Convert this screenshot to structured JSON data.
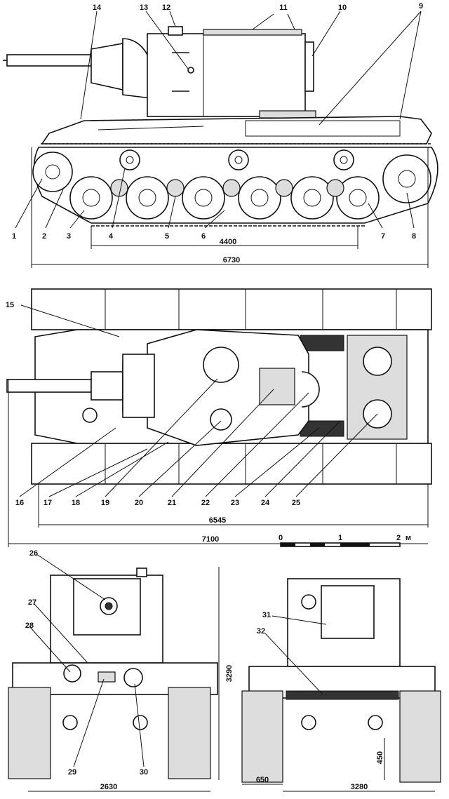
{
  "callouts": {
    "side": [
      "14",
      "13",
      "12",
      "11",
      "10",
      "9",
      "1",
      "2",
      "3",
      "4",
      "5",
      "6",
      "7",
      "8"
    ],
    "top": [
      "15",
      "16",
      "17",
      "18",
      "19",
      "20",
      "21",
      "22",
      "23",
      "24",
      "25"
    ],
    "front": [
      "26",
      "27",
      "28",
      "29",
      "30"
    ],
    "rear": [
      "31",
      "32"
    ]
  },
  "dimensions": {
    "wheelbase": "4400",
    "length_hull": "6730",
    "length_top": "6545",
    "length_total": "7100",
    "height": "3290",
    "track_width": "2630",
    "track_shoe": "650",
    "width_total": "3280",
    "clearance": "450"
  },
  "scale": {
    "ticks": [
      "0",
      "1",
      "2"
    ],
    "unit": "м"
  }
}
